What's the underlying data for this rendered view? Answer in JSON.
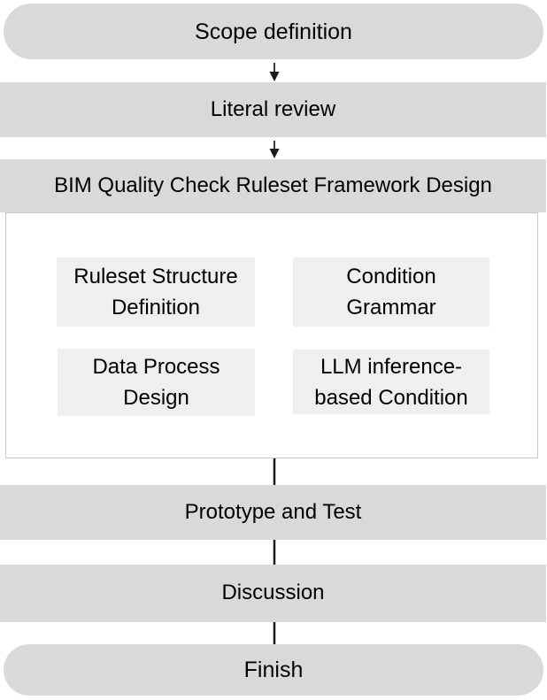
{
  "diagram": {
    "type": "flowchart",
    "background_color": "#ffffff",
    "node_fill_color": "#d9d9d9",
    "subnode_fill_color": "#efefef",
    "container_border_color": "#c8c8c8",
    "connector_color": "#1a1a1a",
    "text_color": "#000000"
  },
  "nodes": {
    "scope": {
      "label": "Scope definition",
      "shape": "pill"
    },
    "literal_review": {
      "label": "Literal review",
      "shape": "rect"
    },
    "framework": {
      "label": "BIM Quality Check Ruleset Framework Design",
      "shape": "rect"
    },
    "ruleset_structure": {
      "line1": "Ruleset Structure",
      "line2": "Definition",
      "shape": "rect"
    },
    "condition_grammar": {
      "line1": "Condition",
      "line2": "Grammar",
      "shape": "rect"
    },
    "data_process": {
      "line1": "Data Process",
      "line2": "Design",
      "shape": "rect"
    },
    "llm_condition": {
      "line1": "LLM inference-",
      "line2": "based Condition",
      "shape": "rect"
    },
    "prototype": {
      "label": "Prototype and Test",
      "shape": "rect"
    },
    "discussion": {
      "label": "Discussion",
      "shape": "rect"
    },
    "finish": {
      "label": "Finish",
      "shape": "pill"
    }
  },
  "edges": [
    {
      "from": "scope",
      "to": "literal_review",
      "style": "arrow-down"
    },
    {
      "from": "literal_review",
      "to": "framework",
      "style": "arrow-down"
    },
    {
      "from": "framework",
      "to": "ruleset_structure",
      "style": "elbow"
    },
    {
      "from": "ruleset_structure",
      "to": "data_process",
      "style": "line"
    },
    {
      "from": "data_process",
      "to": "condition_grammar",
      "style": "elbow"
    },
    {
      "from": "condition_grammar",
      "to": "llm_condition",
      "style": "line"
    },
    {
      "from": "llm_condition",
      "to": "prototype",
      "style": "elbow"
    },
    {
      "from": "prototype",
      "to": "discussion",
      "style": "line"
    },
    {
      "from": "discussion",
      "to": "finish",
      "style": "line"
    }
  ]
}
